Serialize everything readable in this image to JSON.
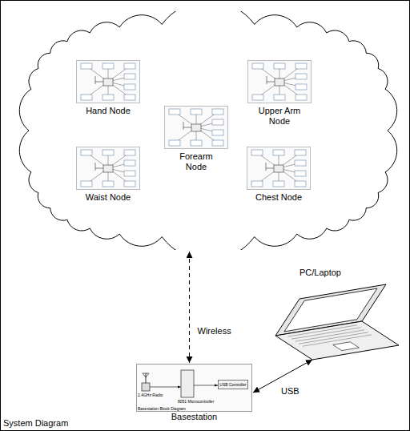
{
  "diagram": {
    "nodes": [
      {
        "text": []
      },
      {
        "text": [
          "Hand Node"
        ],
        "in": 0
      },
      {
        "text": [
          "Upper Arm Node"
        ],
        "in": 0
      },
      {
        "text": [
          "Forearm Node"
        ],
        "in": 0
      },
      {
        "text": [
          "Waist Node"
        ],
        "in": 0
      },
      {
        "text": [
          "Chest Node"
        ],
        "in": 0
      },
      {
        "text": [
          "Basestation"
        ]
      },
      {
        "text": [
          "USB Controller"
        ],
        "in": 6
      },
      {
        "text": [
          "PC/Laptop"
        ]
      }
    ],
    "edges": [
      {
        "from": 0,
        "to": 6,
        "arrow": "both",
        "label": "Wireless"
      },
      {
        "from": 6,
        "to": 8,
        "arrow": "both",
        "label": "USB"
      }
    ],
    "labels": [
      "System Diagram",
      "2.4GHz Radio",
      "8051 Microcontroller",
      "Basestation Block Diagram"
    ]
  }
}
